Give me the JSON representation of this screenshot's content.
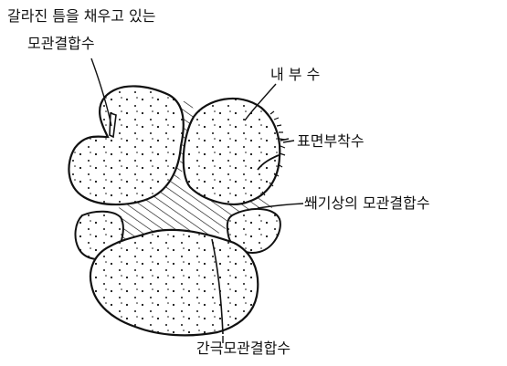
{
  "labels": {
    "fissure_line1": "갈라진 틈을 채우고 있는",
    "fissure_line2": "모관결합수",
    "inner": "내 부 수",
    "surface": "표면부착수",
    "wedge": "쐐기상의 모관결합수",
    "intercapillary": "간극모관결합수"
  },
  "style": {
    "ink": "#111111",
    "paper": "#ffffff"
  }
}
